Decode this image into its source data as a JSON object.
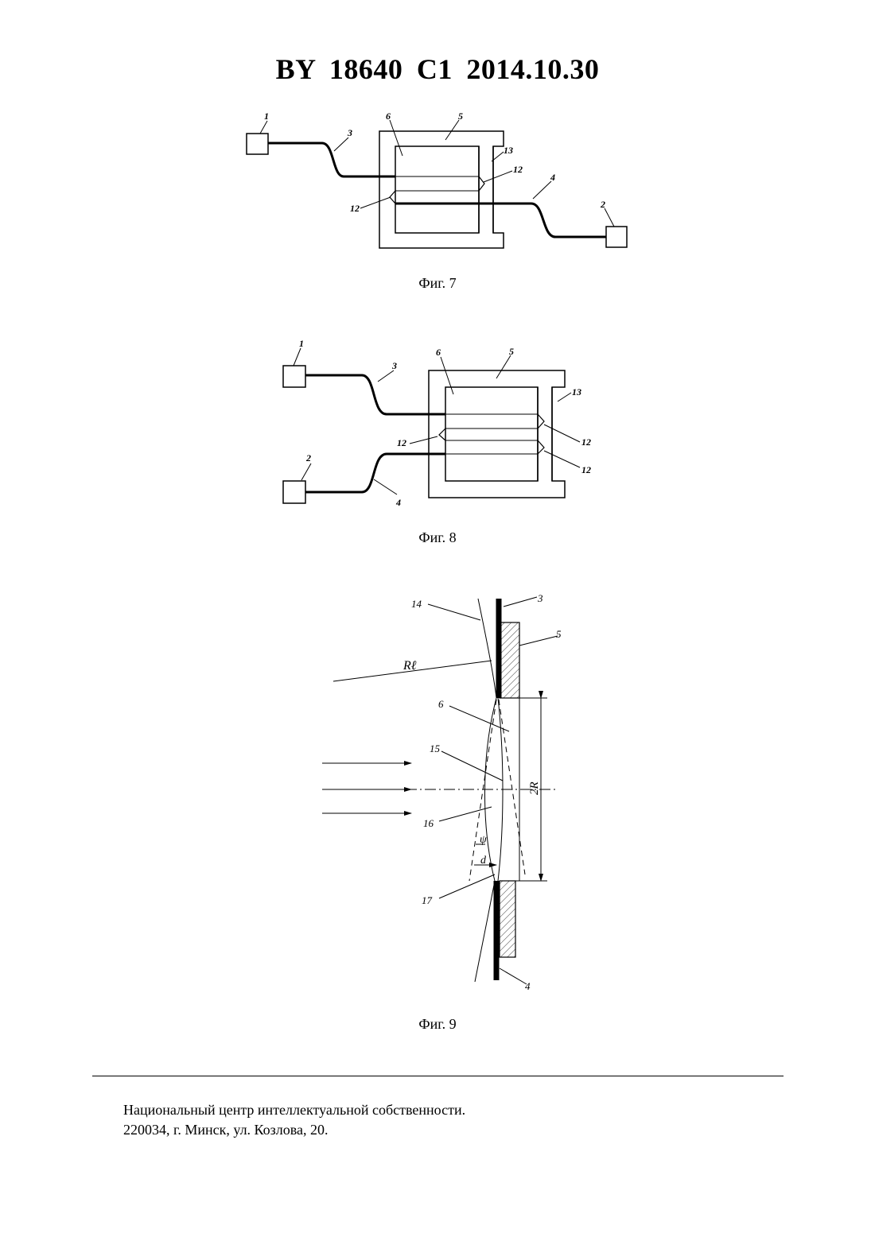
{
  "header": {
    "title": "BY 18640 C1 2014.10.30"
  },
  "figures": {
    "fig7": {
      "caption": "Фиг. 7",
      "labels": {
        "l1": "1",
        "l2": "2",
        "l3": "3",
        "l4": "4",
        "l5": "5",
        "l6": "6",
        "l12a": "12",
        "l12b": "12",
        "l13": "13"
      }
    },
    "fig8": {
      "caption": "Фиг. 8",
      "labels": {
        "l1": "1",
        "l2": "2",
        "l3": "3",
        "l4": "4",
        "l5": "5",
        "l6": "6",
        "l12a": "12",
        "l12b": "12",
        "l12c": "12",
        "l13": "13"
      }
    },
    "fig9": {
      "caption": "Фиг. 9",
      "labels": {
        "l3": "3",
        "l4": "4",
        "l5": "5",
        "l6": "6",
        "l14": "14",
        "l15": "15",
        "l16": "16",
        "l17": "17",
        "rl": "Rℓ",
        "twoR": "2R",
        "psi": "ψ",
        "d": "d"
      }
    }
  },
  "footer": {
    "line1": "Национальный центр интеллектуальной собственности.",
    "line2": "220034, г. Минск, ул. Козлова, 20."
  }
}
